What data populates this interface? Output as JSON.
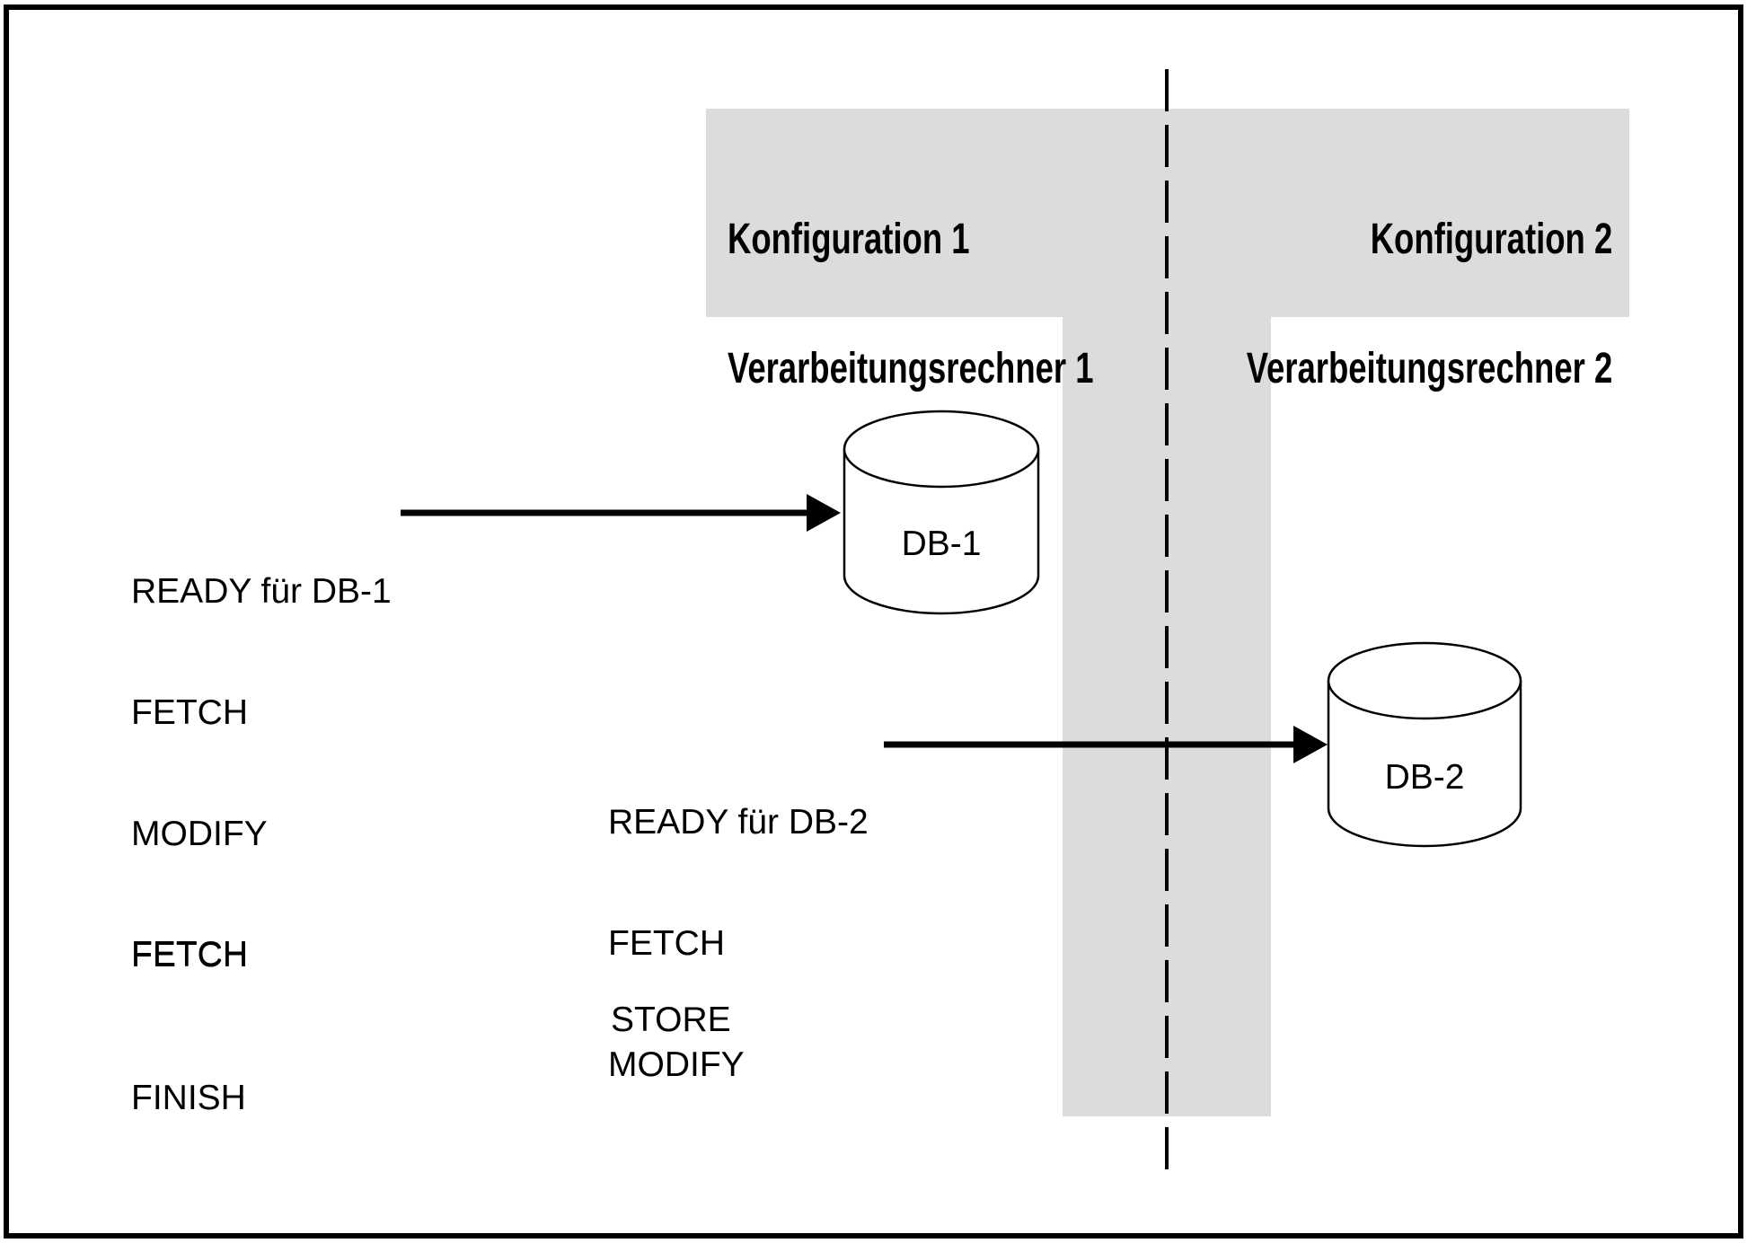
{
  "colors": {
    "band": "#dcdcdc",
    "ink": "#000000",
    "paper": "#ffffff"
  },
  "headers": {
    "left": {
      "line1": "Konfiguration 1",
      "line2": "Verarbeitungsrechner 1"
    },
    "right": {
      "line1": "Konfiguration 2",
      "line2": "Verarbeitungsrechner 2"
    }
  },
  "commands": {
    "block1": [
      "READY für DB-1",
      "FETCH",
      "MODIFY",
      "FETCH"
    ],
    "block2": [
      "READY für DB-2",
      "FETCH",
      "MODIFY"
    ],
    "fetch_late": "FETCH",
    "store": "STORE",
    "finish": "FINISH"
  },
  "databases": {
    "db1": "DB-1",
    "db2": "DB-2"
  }
}
